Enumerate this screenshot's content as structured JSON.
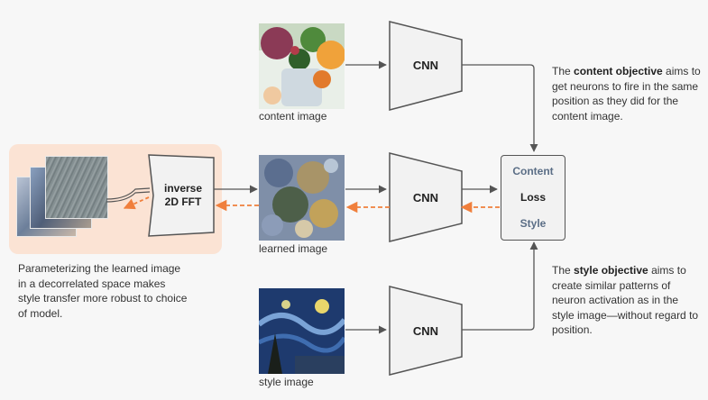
{
  "colors": {
    "orange_arrow": "#f07f3c",
    "highlight_bg": "#fbe3d4",
    "stroke": "#555555",
    "box_fill": "#f2f2f2"
  },
  "images": {
    "content": {
      "caption": "content image"
    },
    "learned": {
      "caption": "learned image"
    },
    "style": {
      "caption": "style image"
    }
  },
  "cnn": {
    "top": "CNN",
    "middle": "CNN",
    "bottom": "CNN"
  },
  "fft": {
    "line1": "inverse",
    "line2": "2D FFT"
  },
  "loss": {
    "content": "Content",
    "loss": "Loss",
    "style": "Style"
  },
  "notes": {
    "content": {
      "bold": "content objective",
      "before": "The ",
      "after": " aims to get neurons to fire in the same position as they did for the content image."
    },
    "style": {
      "bold": "style objective",
      "before": "The ",
      "after": " aims to create similar patterns of neuron activation as in the style image—without regard to position."
    },
    "left": "Parameterizing the learned image in a decorrelated space makes style transfer more robust to choice of model."
  },
  "icons": {
    "arrow": "arrow-icon",
    "dashed_arrow": "dashed-orange-arrow-icon"
  }
}
